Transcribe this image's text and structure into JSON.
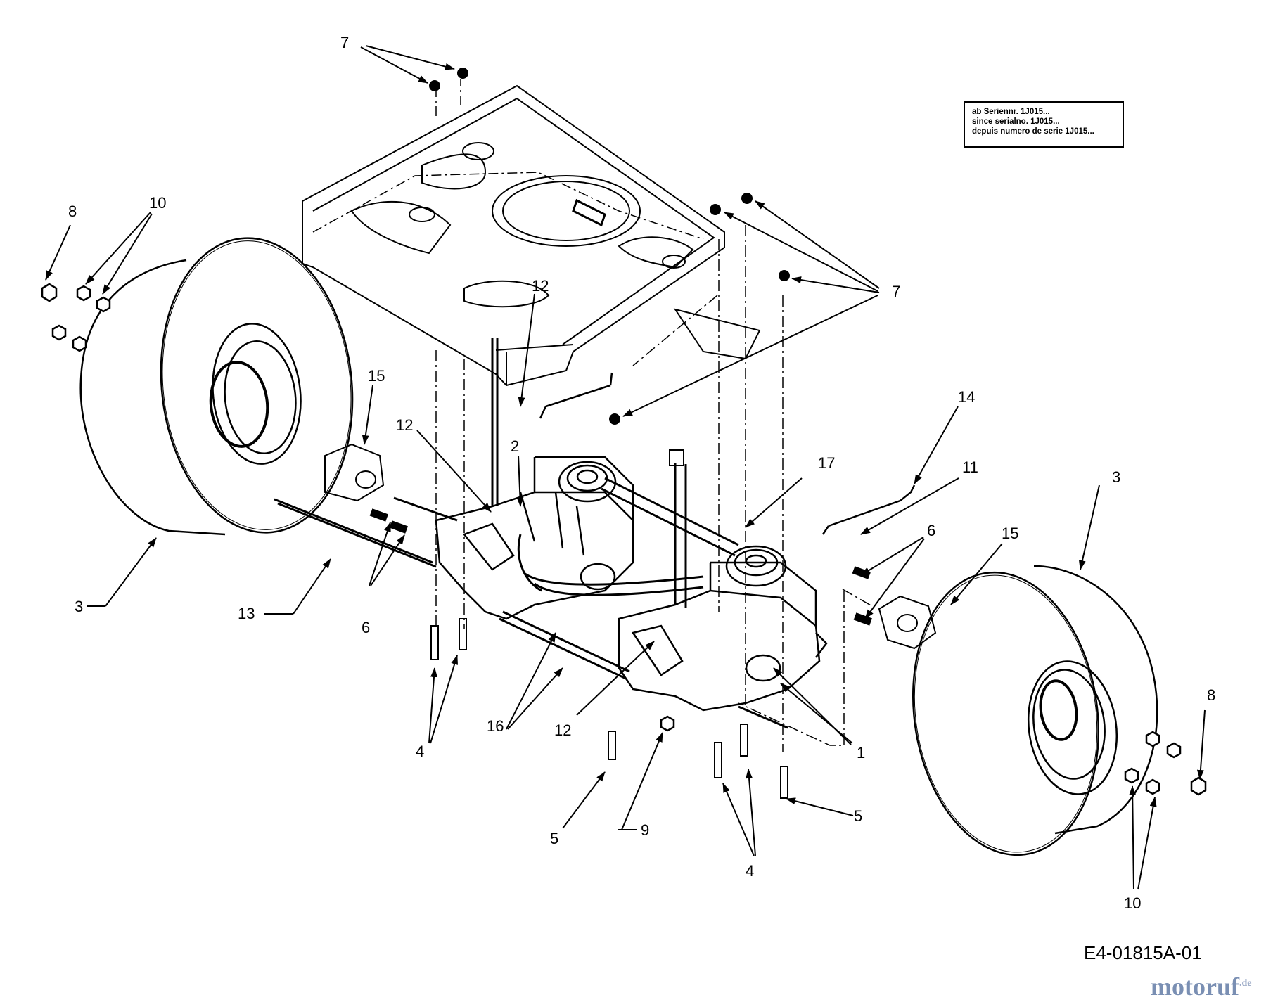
{
  "note": {
    "line1": "ab Seriennr. 1J015...",
    "line2": "since serialno. 1J015...",
    "line3": "depuis numero de serie 1J015..."
  },
  "drawing_number": "E4-01815A-01",
  "brand": {
    "name": "motoruf",
    "tld": ".de",
    "color": "#7a8fb3"
  },
  "callouts": {
    "c1": "1",
    "c2": "2",
    "c3_left": "3",
    "c3_right": "3",
    "c4_left": "4",
    "c4_right": "4",
    "c5_left": "5",
    "c5_right": "5",
    "c6_left": "6",
    "c6_right": "6",
    "c7_top": "7",
    "c7_right": "7",
    "c8_left": "8",
    "c8_right": "8",
    "c9": "9",
    "c10_left": "10",
    "c10_right": "10",
    "c11": "11",
    "c12_top": "12",
    "c12_mid": "12",
    "c12_bottom": "12",
    "c13": "13",
    "c14": "14",
    "c15_left": "15",
    "c15_right": "15",
    "c16": "16",
    "c17": "17"
  }
}
